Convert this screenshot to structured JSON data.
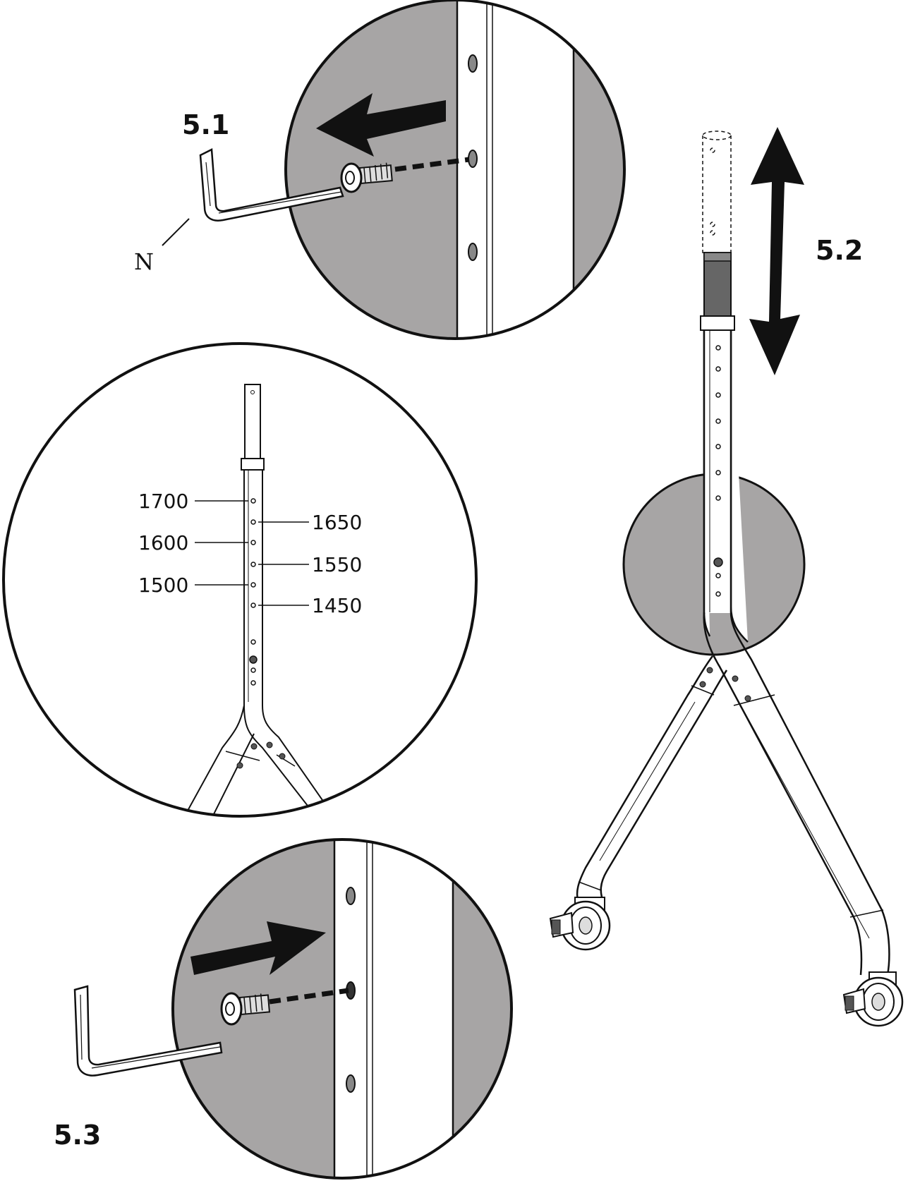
{
  "steps": {
    "step1": "5.1",
    "step2": "5.2",
    "step3": "5.3"
  },
  "part_label": "N",
  "height_options": {
    "left": [
      "1700",
      "1600",
      "1500"
    ],
    "right": [
      "1650",
      "1550",
      "1450"
    ]
  },
  "colors": {
    "detail_fill": "#a7a5a5",
    "line": "#111111",
    "background": "#ffffff"
  }
}
